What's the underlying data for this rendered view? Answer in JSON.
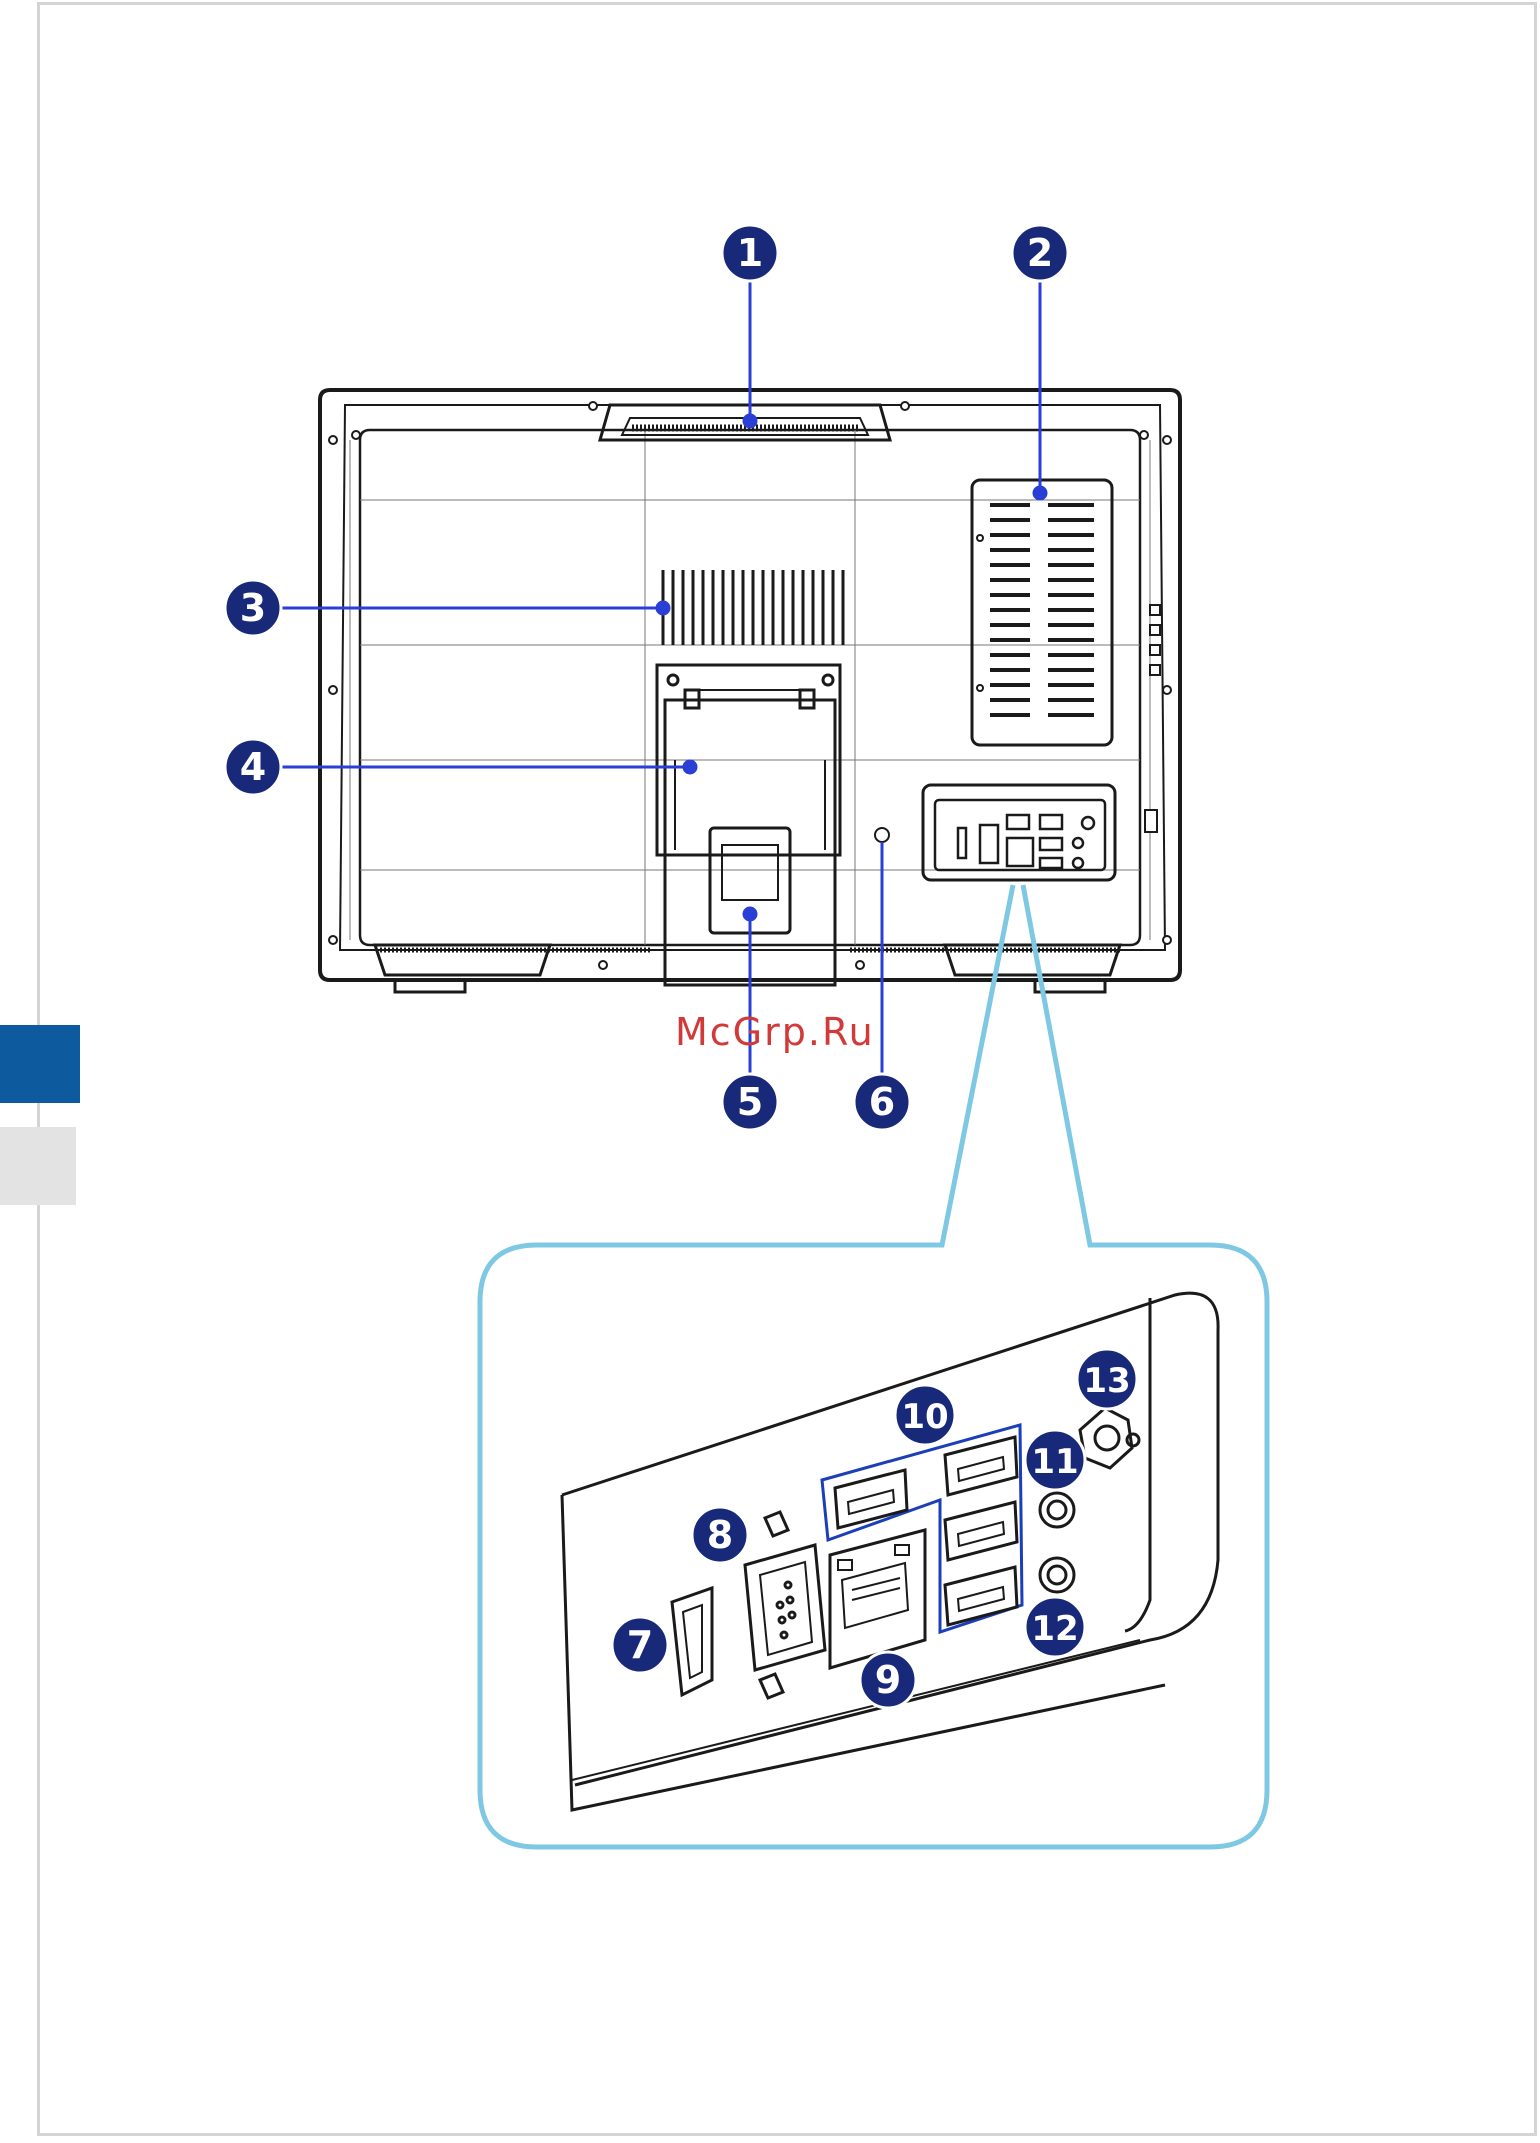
{
  "watermark": "McGrp.Ru",
  "colors": {
    "callout_fill": "#18297a",
    "callout_outline": "#ffffff",
    "leader_line": "#2a3fd6",
    "zoom_outline": "#7ec8e3",
    "section_tab": "#0e5a9e",
    "section_tab_inactive": "#e3e3e3",
    "device_line": "#1a1a1a"
  },
  "callouts": [
    {
      "label": "1"
    },
    {
      "label": "2"
    },
    {
      "label": "3"
    },
    {
      "label": "4"
    },
    {
      "label": "5"
    },
    {
      "label": "6"
    },
    {
      "label": "7"
    },
    {
      "label": "8"
    },
    {
      "label": "9"
    },
    {
      "label": "10"
    },
    {
      "label": "11"
    },
    {
      "label": "12"
    },
    {
      "label": "13"
    }
  ],
  "icons": [
    "vent-grille",
    "stand-hinge",
    "kensington-lock",
    "displayport",
    "vga-port",
    "rj45-port",
    "usb-port",
    "audio-jack",
    "antenna-connector"
  ]
}
